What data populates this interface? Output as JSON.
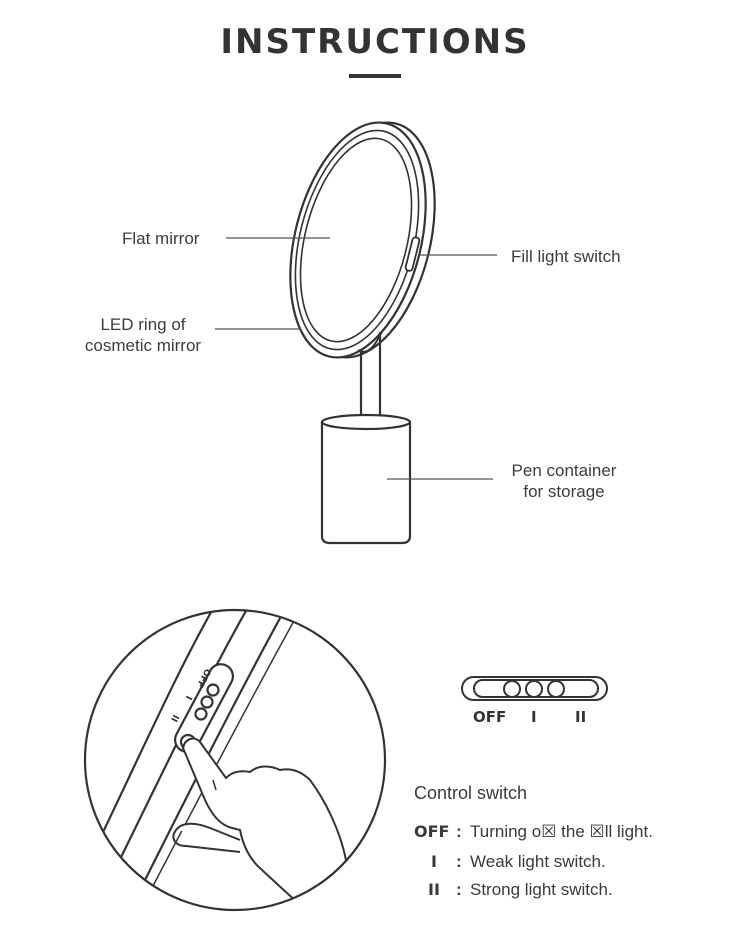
{
  "title": "INSTRUCTIONS",
  "callouts": {
    "flat_mirror": "Flat mirror",
    "led_ring_line1": "LED ring of",
    "led_ring_line2": "cosmetic mirror",
    "fill_light_switch": "Fill light switch",
    "pen_container_line1": "Pen container",
    "pen_container_line2": "for storage"
  },
  "switch_labels": {
    "off": "OFF",
    "weak": "I",
    "strong": "II"
  },
  "zoom_labels": {
    "off": "OFF",
    "weak": "I",
    "strong": "II"
  },
  "control": {
    "title": "Control switch",
    "rows": [
      {
        "key": "OFF",
        "colon": ":",
        "text": "Turning o☒ the ☒ll light."
      },
      {
        "key": "I",
        "colon": ":",
        "text": "Weak light switch."
      },
      {
        "key": "II",
        "colon": ":",
        "text": "Strong light switch."
      }
    ]
  },
  "colors": {
    "line": "#333333",
    "text": "#3a3a3a",
    "leader": "#555555"
  }
}
